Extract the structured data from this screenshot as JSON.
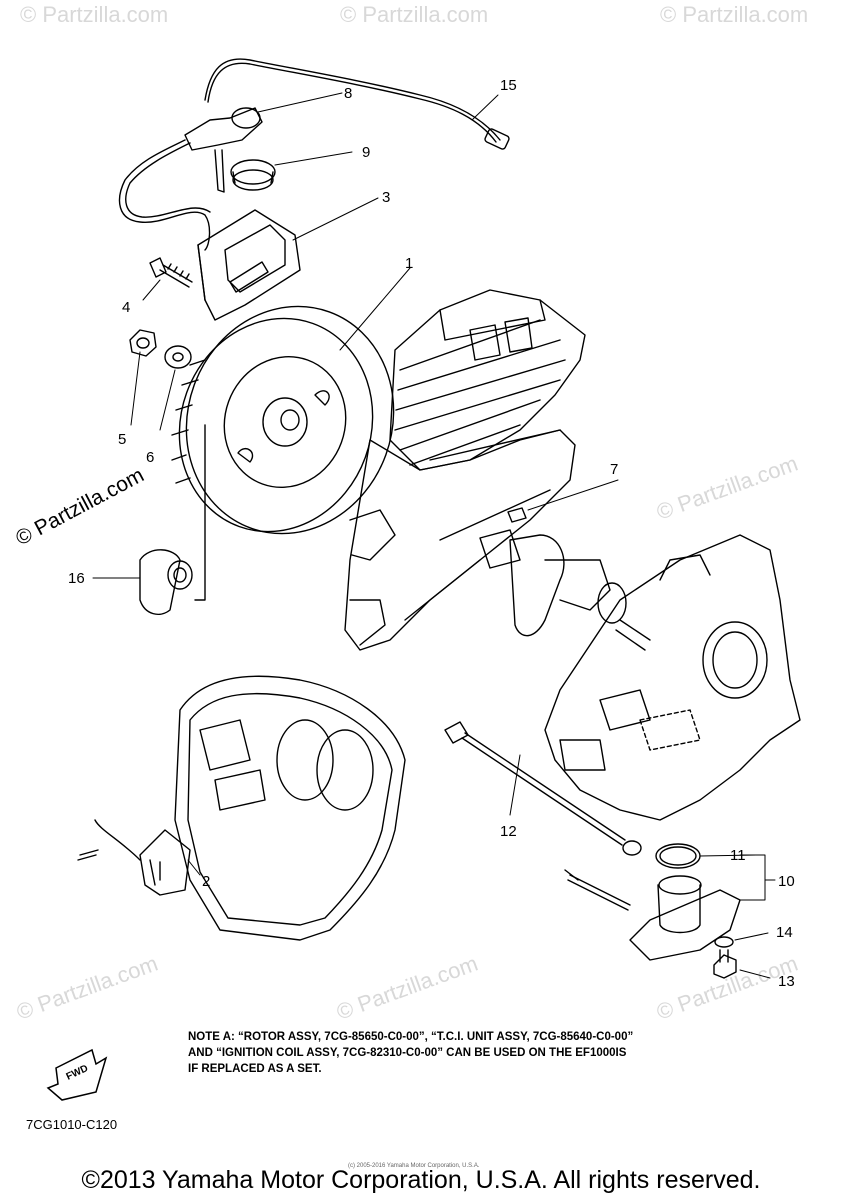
{
  "watermark": "© Partzilla.com",
  "partzilla_label": "© Partzilla.com",
  "callouts": [
    "1",
    "2",
    "3",
    "4",
    "5",
    "6",
    "7",
    "8",
    "9",
    "10",
    "11",
    "12",
    "13",
    "14",
    "15",
    "16"
  ],
  "note": {
    "line1": "NOTE A: “ROTOR ASSY, 7CG-85650-C0-00”, “T.C.I. UNIT ASSY, 7CG-85640-C0-00”",
    "line2": "AND “IGNITION COIL ASSY, 7CG-82310-C0-00” CAN BE USED ON THE EF1000IS",
    "line3": "IF REPLACED AS A SET."
  },
  "fwd_label": "FWD",
  "diagram_code": "7CG1010-C120",
  "small_copyright": "(c) 2005-2016 Yamaha Motor Corporation, U.S.A.",
  "copyright": "©2013 Yamaha Motor Corporation, U.S.A. All rights reserved."
}
